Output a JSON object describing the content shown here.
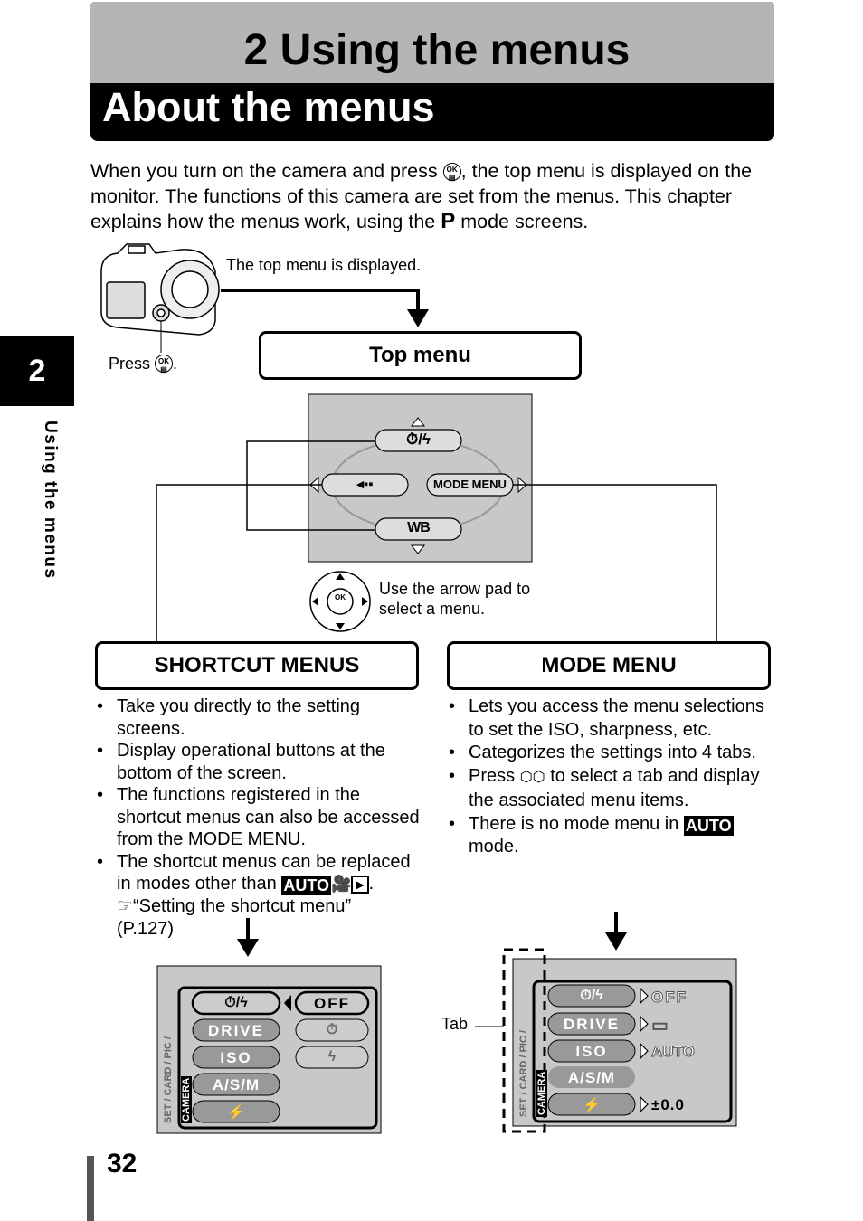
{
  "header": {
    "chapter_title": "2 Using the menus",
    "section_title": "About the menus"
  },
  "intro": {
    "line1a": "When you turn on the camera and press",
    "line1b": ", the top menu is displayed on the",
    "line2": "monitor. The functions of this camera are set from the menus. This chapter",
    "line3a": "explains how the menus work, using the",
    "mode_letter": "P",
    "line3b": "mode screens."
  },
  "side_tab": {
    "number": "2",
    "label": "Using the menus"
  },
  "diagram": {
    "top_menu_displayed": "The top menu is displayed.",
    "press": "Press",
    "top_menu_box": "Top menu",
    "arrow_pad_line1": "Use the arrow pad to",
    "arrow_pad_line2": "select a menu.",
    "top_menu_screen": {
      "up_item": "⏱/ϟ",
      "left_item": "◂▪▪",
      "right_item": "MODE MENU",
      "down_item": "WB"
    },
    "ok_label": "OK"
  },
  "shortcut": {
    "title": "SHORTCUT MENUS",
    "bullets": [
      "Take you directly to the setting screens.",
      "Display operational buttons at the bottom of the screen.",
      "The functions registered in the shortcut menus can also be accessed from the MODE MENU."
    ],
    "last_bullet_a": "The shortcut menus can be replaced",
    "last_bullet_b": "in modes other than",
    "auto": "AUTO",
    "ref_text": "“Setting the shortcut menu”",
    "ref_page": "(P.127)"
  },
  "mode": {
    "title": "MODE MENU",
    "bullets": [
      "Lets you access the menu selections to set the ISO, sharpness, etc.",
      "Categorizes the settings into 4 tabs."
    ],
    "press_a": "Press",
    "press_b": "to select a tab and display the associated menu items.",
    "no_mode_a": "There is no mode menu in",
    "auto": "AUTO",
    "no_mode_b": "mode."
  },
  "screen_left": {
    "tabs": [
      "CAMERA",
      "PIC",
      "CARD",
      "SET"
    ],
    "rows": [
      "⏱/ϟ",
      "DRIVE",
      "ISO",
      "A/S/M",
      "⚡"
    ],
    "options": [
      "OFF",
      "⏱",
      "ϟ"
    ]
  },
  "screen_right": {
    "tab_label": "Tab",
    "tabs": [
      "CAMERA",
      "PIC",
      "CARD",
      "SET"
    ],
    "rows": [
      "⏱/ϟ",
      "DRIVE",
      "ISO",
      "A/S/M",
      "⚡"
    ],
    "values": [
      "OFF",
      "▭",
      "AUTO",
      "",
      "±0.0"
    ]
  },
  "page_number": "32"
}
